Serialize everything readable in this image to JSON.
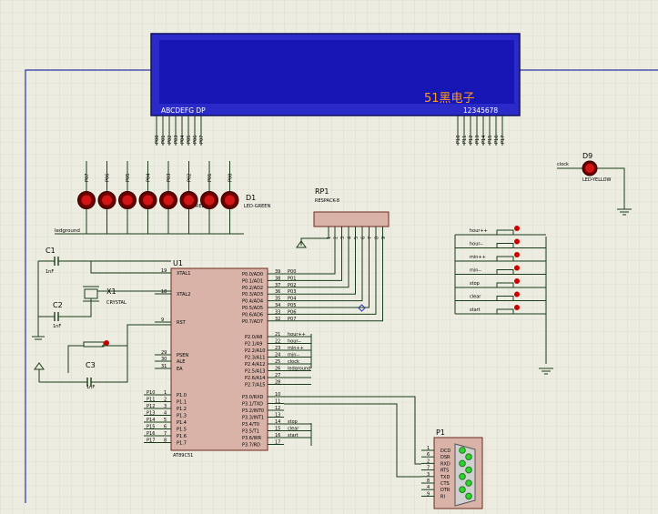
{
  "colors": {
    "background": "#ecece0",
    "grid": "#d6d6c9",
    "wire": "#1a3d1a",
    "frame": "#2b34a8",
    "lcd_bezel": "#2a2ac8",
    "lcd_screen": "#1616b4",
    "lcd_text": "#ff9a24",
    "chip_fill": "#d9b3a8",
    "chip_border": "#6b2a20",
    "led_body": "#6b0000",
    "led_light": "#d31414",
    "serial_led": "#2ed42e",
    "pin_red": "#cc0000"
  },
  "lcd": {
    "overlay_text": "51黑电子",
    "left_pin_caption": "ABCDEFG DP",
    "right_pin_caption": "12345678",
    "left_pins": [
      "P00",
      "P01",
      "P02",
      "P03",
      "P04",
      "P05",
      "P06",
      "P07"
    ],
    "right_pins": [
      "P10",
      "P11",
      "P12",
      "P13",
      "P14",
      "P15",
      "P16",
      "P17"
    ]
  },
  "leds": {
    "pin_labels": [
      "P07",
      "P06",
      "P05",
      "P04",
      "P03",
      "P02",
      "P01",
      "P00"
    ],
    "designator": "D1",
    "designator_partial": "D",
    "caption": "LED-GREEN",
    "partial_caption": "REEN",
    "ground_label": "ledground"
  },
  "d9": {
    "designator": "D9",
    "caption": "LED-YELLOW",
    "net": "clock"
  },
  "rp1": {
    "designator": "RP1",
    "model": "RESPACK-8",
    "pins": [
      "1",
      "2",
      "3",
      "4",
      "5",
      "6",
      "7",
      "8",
      "9"
    ]
  },
  "buttons": {
    "labels": [
      "hour++",
      "hour--",
      "min++",
      "min--",
      "stop",
      "clear",
      "start"
    ]
  },
  "c1": {
    "designator": "C1",
    "value": "1nF"
  },
  "c2": {
    "designator": "C2",
    "value": "1nF"
  },
  "c3": {
    "designator": "C3",
    "value": "1nF"
  },
  "x1": {
    "designator": "X1",
    "model": "CRYSTAL"
  },
  "u1": {
    "designator": "U1",
    "model": "AT89C51",
    "left_top": [
      {
        "name": "XTAL1",
        "num": "19"
      },
      {
        "name": "XTAL2",
        "num": "18"
      },
      {
        "name": "RST",
        "num": "9"
      },
      {
        "name": "PSEN",
        "num": "29"
      },
      {
        "name": "ALE",
        "num": "30"
      },
      {
        "name": "EA",
        "num": "31"
      }
    ],
    "left_p1": [
      {
        "net": "P10",
        "num": "1",
        "name": "P1.0"
      },
      {
        "net": "P11",
        "num": "2",
        "name": "P1.1"
      },
      {
        "net": "P12",
        "num": "3",
        "name": "P1.2"
      },
      {
        "net": "P13",
        "num": "4",
        "name": "P1.3"
      },
      {
        "net": "P14",
        "num": "5",
        "name": "P1.4"
      },
      {
        "net": "P15",
        "num": "6",
        "name": "P1.5"
      },
      {
        "net": "P16",
        "num": "7",
        "name": "P1.6"
      },
      {
        "net": "P17",
        "num": "8",
        "name": "P1.7"
      }
    ],
    "right_p0": [
      {
        "name": "P0.0/AD0",
        "num": "39",
        "net": "P00"
      },
      {
        "name": "P0.1/AD1",
        "num": "38",
        "net": "P01"
      },
      {
        "name": "P0.2/AD2",
        "num": "37",
        "net": "P02"
      },
      {
        "name": "P0.3/AD3",
        "num": "36",
        "net": "P03"
      },
      {
        "name": "P0.4/AD4",
        "num": "35",
        "net": "P04"
      },
      {
        "name": "P0.5/AD5",
        "num": "34",
        "net": "P05"
      },
      {
        "name": "P0.6/AD6",
        "num": "33",
        "net": "P06"
      },
      {
        "name": "P0.7/AD7",
        "num": "32",
        "net": "P07"
      }
    ],
    "right_p2": [
      {
        "name": "P2.0/A8",
        "num": "21",
        "net": "hour++"
      },
      {
        "name": "P2.1/A9",
        "num": "22",
        "net": "hour--"
      },
      {
        "name": "P2.2/A10",
        "num": "23",
        "net": "min++"
      },
      {
        "name": "P2.3/A11",
        "num": "24",
        "net": "min--"
      },
      {
        "name": "P2.4/A12",
        "num": "25",
        "net": "clock"
      },
      {
        "name": "P2.5/A13",
        "num": "26",
        "net": "ledground"
      },
      {
        "name": "P2.6/A14",
        "num": "27",
        "net": ""
      },
      {
        "name": "P2.7/A15",
        "num": "28",
        "net": ""
      }
    ],
    "right_p3": [
      {
        "name": "P3.0/RXD",
        "num": "10",
        "net": ""
      },
      {
        "name": "P3.1/TXD",
        "num": "11",
        "net": ""
      },
      {
        "name": "P3.2/INT0",
        "num": "12",
        "net": ""
      },
      {
        "name": "P3.3/INT1",
        "num": "13",
        "net": ""
      },
      {
        "name": "P3.4/T0",
        "num": "14",
        "net": "stop"
      },
      {
        "name": "P3.5/T1",
        "num": "15",
        "net": "clear"
      },
      {
        "name": "P3.6/WR",
        "num": "16",
        "net": "start"
      },
      {
        "name": "P3.7/RD",
        "num": "17",
        "net": ""
      }
    ]
  },
  "p1": {
    "designator": "P1",
    "pins": [
      {
        "num": "1",
        "name": "DCD"
      },
      {
        "num": "6",
        "name": "DSR"
      },
      {
        "num": "2",
        "name": "RXD"
      },
      {
        "num": "7",
        "name": "RTS"
      },
      {
        "num": "3",
        "name": "TXD"
      },
      {
        "num": "8",
        "name": "CTS"
      },
      {
        "num": "4",
        "name": "DTR"
      },
      {
        "num": "9",
        "name": "RI"
      }
    ]
  }
}
